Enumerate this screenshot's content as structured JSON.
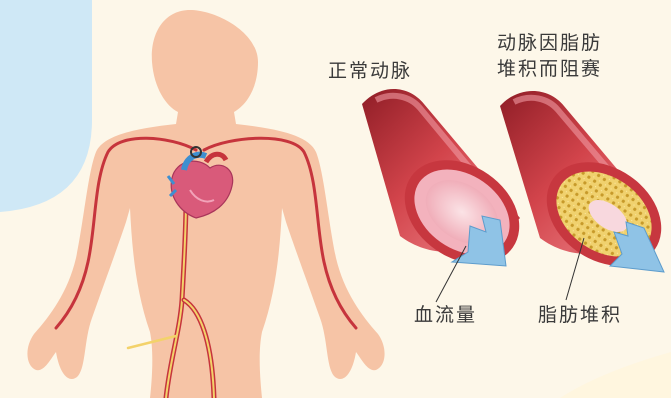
{
  "labels": {
    "normal_artery": "正常动脉",
    "blocked_artery_line1": "动脉因脂肪",
    "blocked_artery_line2": "堆积而阻赛",
    "blood_flow": "血流量",
    "fat_buildup": "脂肪堆积"
  },
  "colors": {
    "background": "#fdf7e9",
    "corner_blue": "#cfe8f6",
    "skin": "#f6c4a6",
    "artery_outer": "#c6343c",
    "artery_inner": "#f4b8c4",
    "fat_plaque": "#e9c65a",
    "flow_arrow": "#8fc3e6"
  }
}
